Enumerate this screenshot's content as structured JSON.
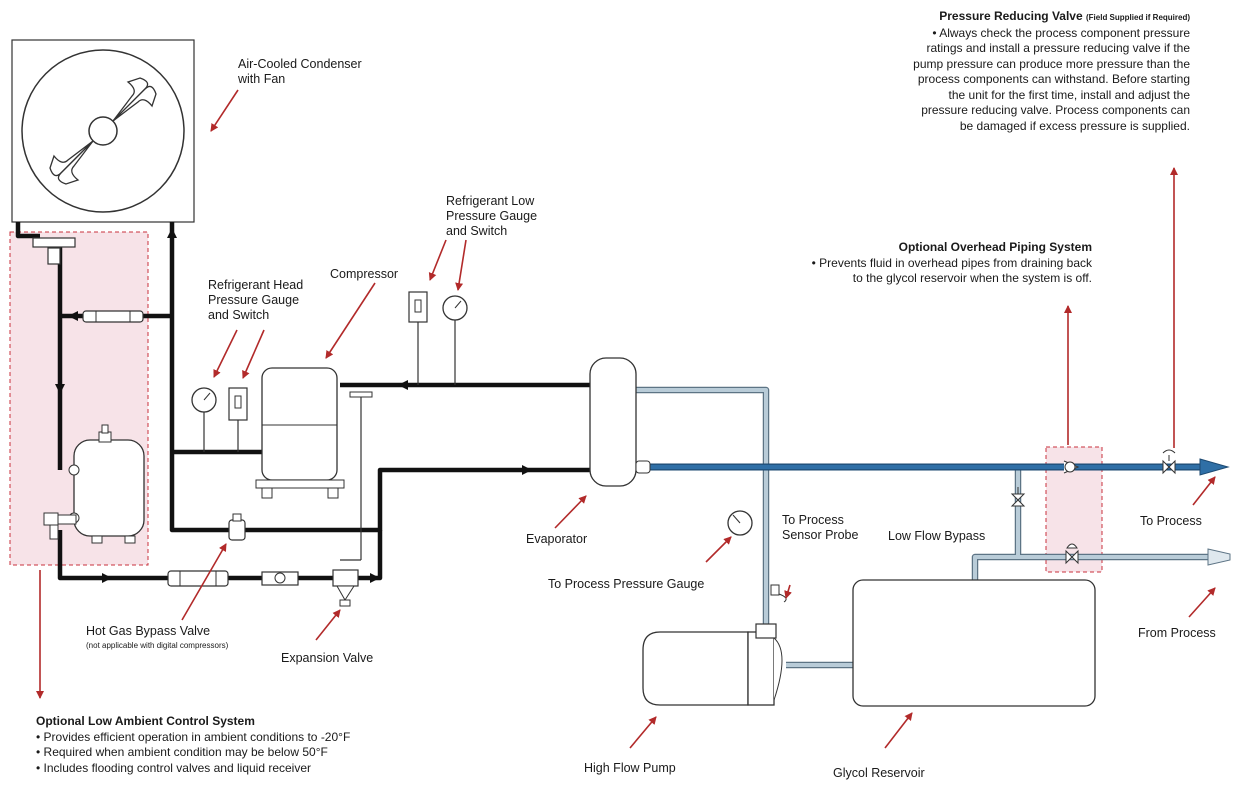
{
  "labels": {
    "condenser": [
      "Air-Cooled Condenser",
      "with Fan"
    ],
    "refrigerant_low": [
      "Refrigerant Low",
      "Pressure Gauge",
      "and Switch"
    ],
    "compressor": "Compressor",
    "refrigerant_head": [
      "Refrigerant Head",
      "Pressure Gauge",
      "and Switch"
    ],
    "evaporator": "Evaporator",
    "to_process_sensor": [
      "To Process",
      "Sensor Probe"
    ],
    "low_flow_bypass": "Low Flow Bypass",
    "to_process": "To Process",
    "from_process": "From Process",
    "to_process_pressure_gauge": "To Process Pressure Gauge",
    "hot_gas_bypass": "Hot Gas Bypass Valve",
    "hot_gas_bypass_note": "(not applicable with digital compressors)",
    "expansion_valve": "Expansion Valve",
    "high_flow_pump": "High Flow Pump",
    "glycol_reservoir": "Glycol Reservoir"
  },
  "notes": {
    "pressure_reducing": {
      "title": "Pressure Reducing Valve",
      "subtitle": "(Field Supplied if Required)",
      "lines": [
        "• Always check the process component pressure",
        "ratings and install a pressure reducing valve if the",
        "pump pressure can produce more pressure than the",
        "process components can withstand. Before starting",
        "the unit for the first time, install and adjust the",
        "pressure reducing valve. Process components can",
        "be damaged if excess pressure is supplied."
      ]
    },
    "overhead_piping": {
      "title": "Optional Overhead Piping System",
      "lines": [
        "• Prevents fluid in overhead pipes from draining back",
        "to the glycol reservoir when the system is off."
      ]
    },
    "low_ambient": {
      "title": "Optional Low Ambient Control System",
      "lines": [
        "• Provides efficient operation in ambient conditions to -20°F",
        "• Required when ambient condition may be below 50°F",
        "• Includes flooding control valves and liquid receiver"
      ]
    }
  },
  "colors": {
    "refrigerant_line": "#111111",
    "process_supply": "#2f6fa6",
    "process_return": "#b9ccd8",
    "callout_arrow": "#b22a2a",
    "optional_zone_fill": "#f7e3e8",
    "optional_zone_border": "#c8323c"
  }
}
